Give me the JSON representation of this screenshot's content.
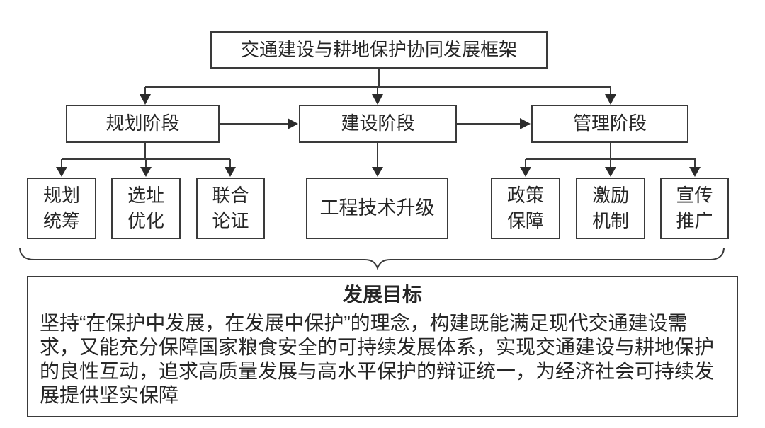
{
  "diagram": {
    "framework_title": "交通建设与耕地保护协同发展框架",
    "stages": [
      {
        "label": "规划阶段",
        "items": [
          {
            "label": "规划\n统筹"
          },
          {
            "label": "选址\n优化"
          },
          {
            "label": "联合\n论证"
          }
        ]
      },
      {
        "label": "建设阶段",
        "items": [
          {
            "label": "工程技术升级"
          }
        ]
      },
      {
        "label": "管理阶段",
        "items": [
          {
            "label": "政策\n保障"
          },
          {
            "label": "激励\n机制"
          },
          {
            "label": "宣传\n推广"
          }
        ]
      }
    ],
    "goal": {
      "title": "发展目标",
      "body": "坚持“在保护中发展，在发展中保护”的理念，构建既能满足现代交通建设需\n求，又能充分保障国家粮食安全的可持续发展体系，实现交通建设与耕地保护\n的良性互动，追求高质量发展与高水平保护的辩证统一，为经济社会可持续发\n展提供坚实保障"
    },
    "colors": {
      "line": "#3a3a3a",
      "arrow_fill": "#2b2b2b",
      "text": "#262626",
      "background": "#ffffff"
    }
  }
}
